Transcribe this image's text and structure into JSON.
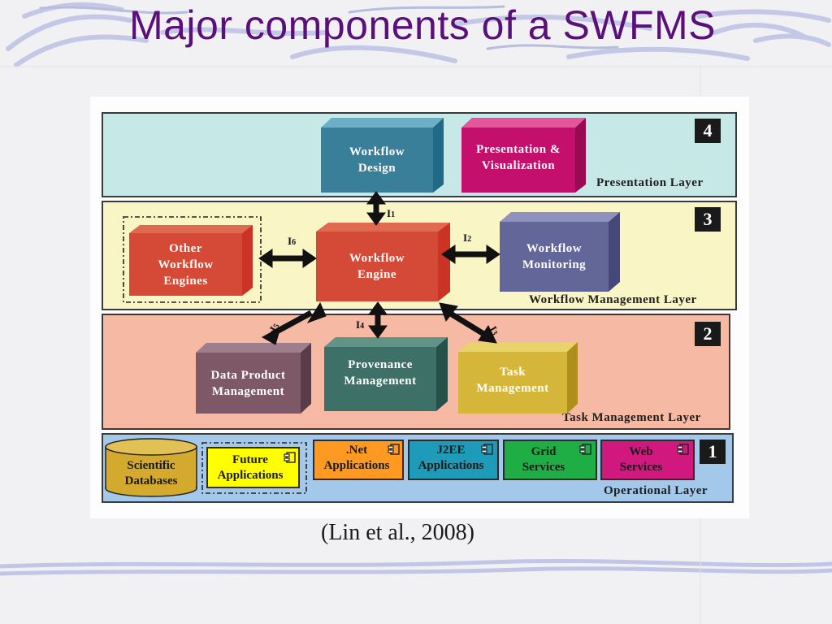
{
  "slide": {
    "title": "Major components of a SWFMS",
    "citation": "(Lin et al., 2008)"
  },
  "layers": {
    "presentation": {
      "number": "4",
      "name": "Presentation  Layer",
      "color": "#c6e8e6"
    },
    "workflow_management": {
      "number": "3",
      "name": "Workflow Management Layer",
      "color": "#faf5c4"
    },
    "task_management": {
      "number": "2",
      "name": "Task Management Layer",
      "color": "#f6b9a4"
    },
    "operational": {
      "number": "1",
      "name": "Operational Layer",
      "color": "#a4c8ea"
    }
  },
  "components": {
    "workflow_design": "Workflow\nDesign",
    "presentation_visualization": "Presentation &\nVisualization",
    "other_workflow_engines": "Other\nWorkflow\nEngines",
    "workflow_engine": "Workflow\nEngine",
    "workflow_monitoring": "Workflow\nMonitoring",
    "data_product_management": "Data Product\nManagement",
    "provenance_management": "Provenance\nManagement",
    "task_management": "Task\nManagement"
  },
  "interfaces": {
    "i1": "I1",
    "i2": "I2",
    "i3": "I3",
    "i4": "I4",
    "i5": "I5",
    "i6": "I6"
  },
  "operational_items": {
    "scientific_databases": "Scientific\nDatabases",
    "future_applications": "Future\nApplications",
    "net_applications": ".Net\nApplications",
    "j2ee_applications": "J2EE\nApplications",
    "grid_services": "Grid\nServices",
    "web_services": "Web\nServices"
  },
  "colors": {
    "title": "#5b0f7a",
    "workflow_design": "#3a7f99",
    "presentation_visualization": "#c4106c",
    "workflow_engine": "#d44a36",
    "workflow_monitoring": "#626699",
    "data_product_management": "#7d5867",
    "provenance_management": "#3d7066",
    "task_management": "#d6b638",
    "future_applications": "#ffff00",
    "net_applications": "#ff9922",
    "j2ee_applications": "#1e9bb8",
    "grid_services": "#1fae45",
    "web_services": "#d0187e",
    "scientific_databases": "#d4aa2e"
  }
}
